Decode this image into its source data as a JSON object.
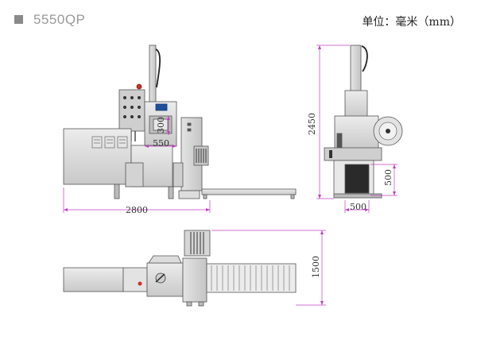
{
  "header": {
    "model": "5550QP",
    "units": "单位：毫米（mm）"
  },
  "dimensions": {
    "front_width": "2800",
    "front_panel_width": "550",
    "front_panel_height": "300",
    "side_height": "2450",
    "side_base_width": "500",
    "side_base_height": "500",
    "top_depth": "1500"
  },
  "colors": {
    "dimension_line": "#c040c0",
    "machine_fill": "#d9d9d9",
    "machine_stroke": "#555555",
    "control_box": "#c8c8c8",
    "blue_panel": "#1f4f9c",
    "red_light": "#d62a2a"
  }
}
